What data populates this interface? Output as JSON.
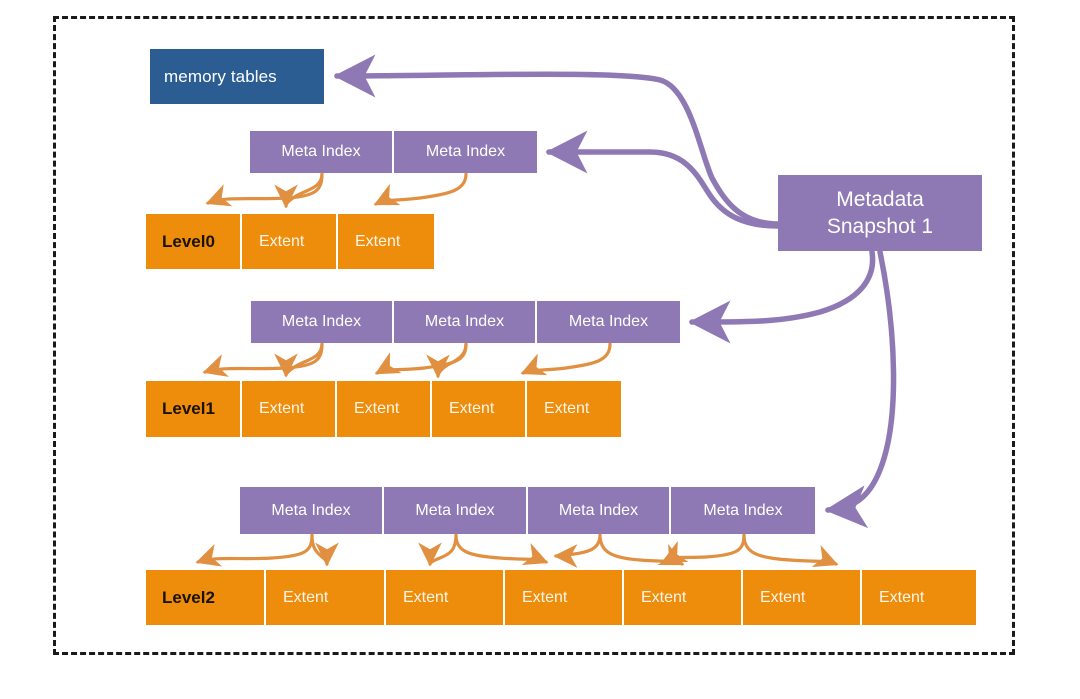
{
  "diagram": {
    "title": "LSM level metadata snapshot diagram",
    "colors": {
      "memtable_blue": "#2b5d92",
      "meta_purple": "#8e79b5",
      "extent_orange": "#ee8c0b",
      "arrow_purple": "#8e79b5",
      "arrow_orange": "#e09040",
      "frame_border": "#1a1a1a",
      "background": "#ffffff"
    },
    "memory_tables": {
      "label": "memory tables"
    },
    "snapshot": {
      "line1": "Metadata",
      "line2": "Snapshot 1"
    },
    "levels": [
      {
        "name": "level0",
        "level_label": "Level0",
        "meta_indexes": [
          {
            "label": "Meta Index"
          },
          {
            "label": "Meta Index"
          }
        ],
        "extents": [
          {
            "label": "Extent"
          },
          {
            "label": "Extent"
          }
        ]
      },
      {
        "name": "level1",
        "level_label": "Level1",
        "meta_indexes": [
          {
            "label": "Meta Index"
          },
          {
            "label": "Meta Index"
          },
          {
            "label": "Meta Index"
          }
        ],
        "extents": [
          {
            "label": "Extent"
          },
          {
            "label": "Extent"
          },
          {
            "label": "Extent"
          },
          {
            "label": "Extent"
          }
        ]
      },
      {
        "name": "level2",
        "level_label": "Level2",
        "meta_indexes": [
          {
            "label": "Meta Index"
          },
          {
            "label": "Meta Index"
          },
          {
            "label": "Meta Index"
          },
          {
            "label": "Meta Index"
          }
        ],
        "extents": [
          {
            "label": "Extent"
          },
          {
            "label": "Extent"
          },
          {
            "label": "Extent"
          },
          {
            "label": "Extent"
          },
          {
            "label": "Extent"
          },
          {
            "label": "Extent"
          }
        ]
      }
    ]
  }
}
